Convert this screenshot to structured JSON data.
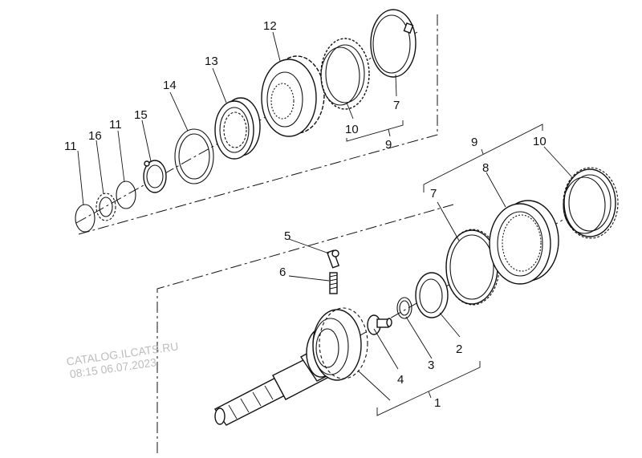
{
  "callouts": {
    "c1": "1",
    "c2": "2",
    "c3": "3",
    "c4": "4",
    "c5": "5",
    "c6": "6",
    "c7a": "7",
    "c7b": "7",
    "c8": "8",
    "c9a": "9",
    "c9b": "9",
    "c10a": "10",
    "c10b": "10",
    "c11a": "11",
    "c11b": "11",
    "c12": "12",
    "c13": "13",
    "c14": "14",
    "c15": "15",
    "c16": "16"
  },
  "watermark": {
    "line1": "CATALOG.ILCATS.RU",
    "line2": "08:15 06.07.2023"
  }
}
